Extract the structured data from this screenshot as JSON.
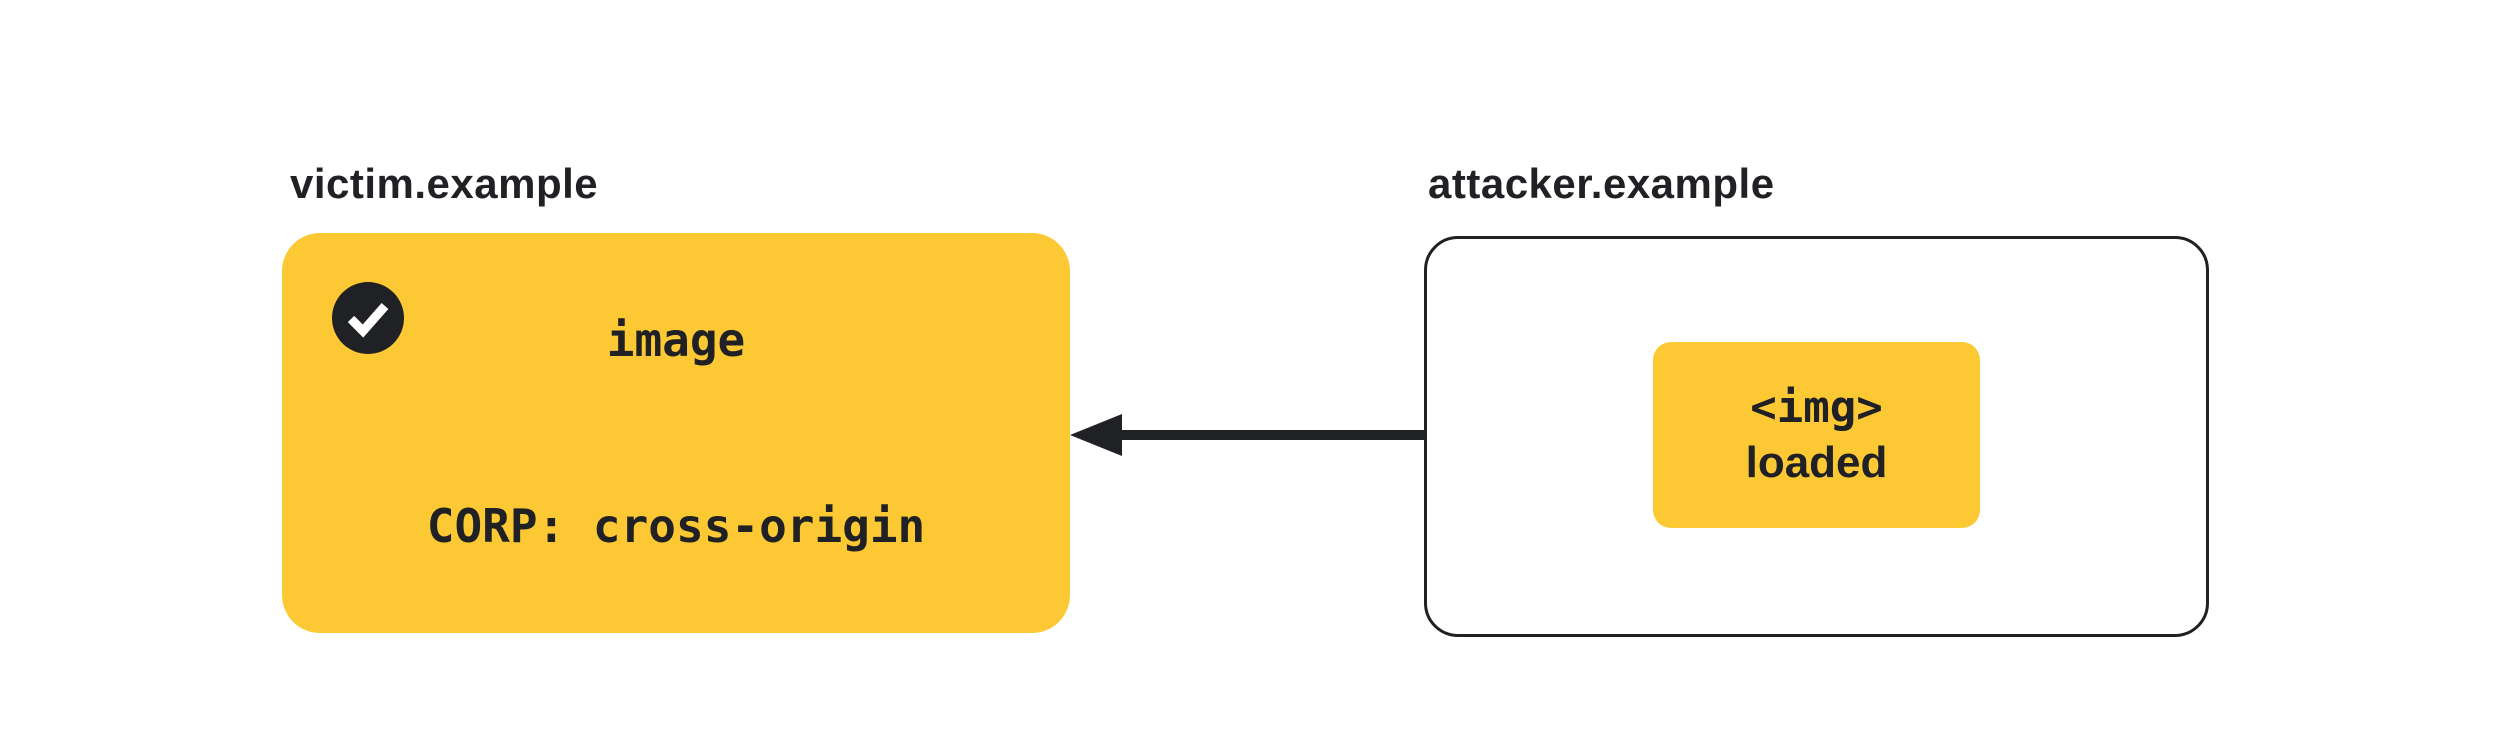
{
  "diagram": {
    "title_semantics": "CORP cross-origin image load diagram",
    "victim": {
      "domain_label": "victim.example",
      "card": {
        "line1": "image",
        "line2": "CORP: cross-origin",
        "status_icon": "checkmark-icon",
        "status": "allowed"
      }
    },
    "attacker": {
      "domain_label": "attacker.example",
      "card": {
        "line1": "<img>",
        "line2": "loaded"
      }
    },
    "arrow": {
      "direction": "right-to-left",
      "from": "attacker.example img chip",
      "to": "victim.example image resource"
    },
    "colors": {
      "accent": "#FCC934",
      "ink": "#202124",
      "background": "#FFFFFF"
    }
  }
}
